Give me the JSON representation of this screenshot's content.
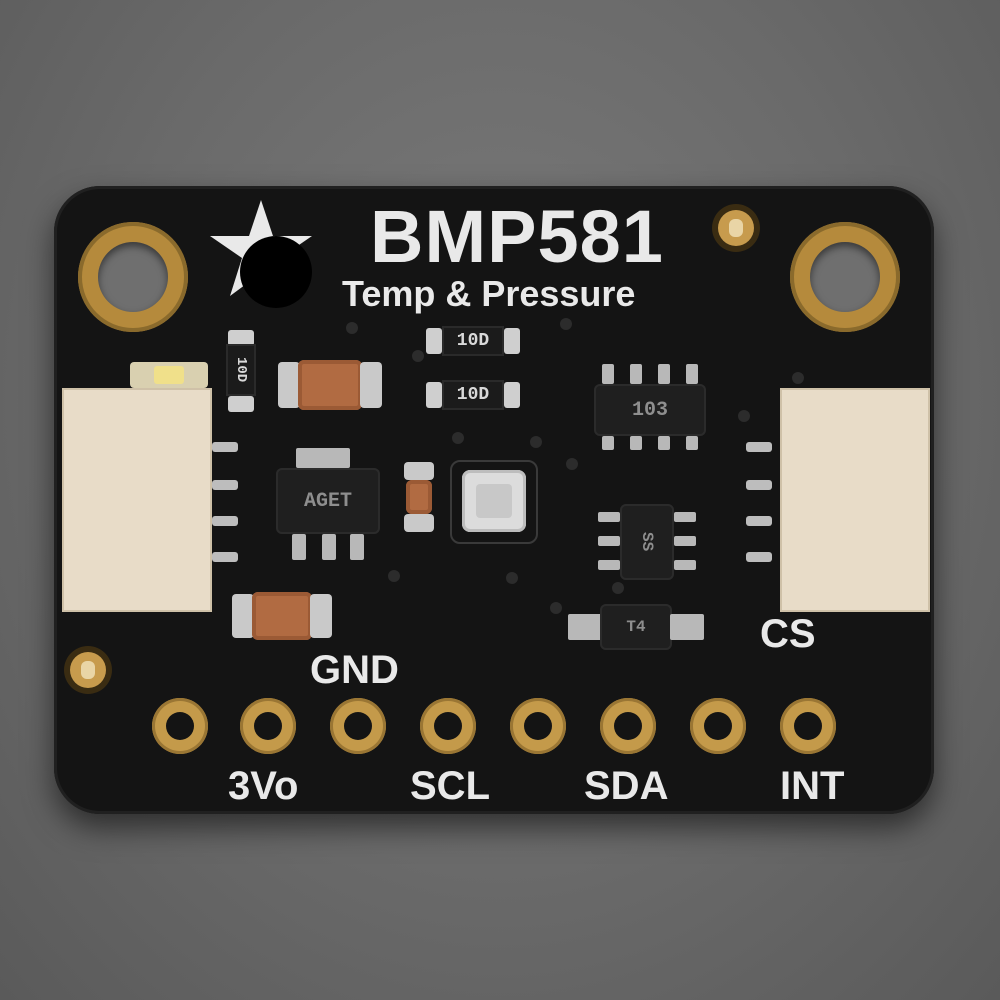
{
  "board": {
    "title": "BMP581",
    "subtitle": "Temp & Pressure",
    "component_markings": {
      "res_top": "10D",
      "res_mid": "10D",
      "res_left": "10D",
      "resistor_array": "103",
      "regulator": "AGET",
      "sot_small": "SS",
      "diode": "T4"
    },
    "connector_label": "CS",
    "pin_labels_top": [
      "GND"
    ],
    "pin_labels_bottom": [
      "3Vo",
      "SCL",
      "SDA",
      "INT"
    ]
  },
  "colors": {
    "pcb": "#141414",
    "gold": "#c49a4a",
    "silkscreen": "#e9e9e9",
    "background": "#6a6a6a"
  }
}
